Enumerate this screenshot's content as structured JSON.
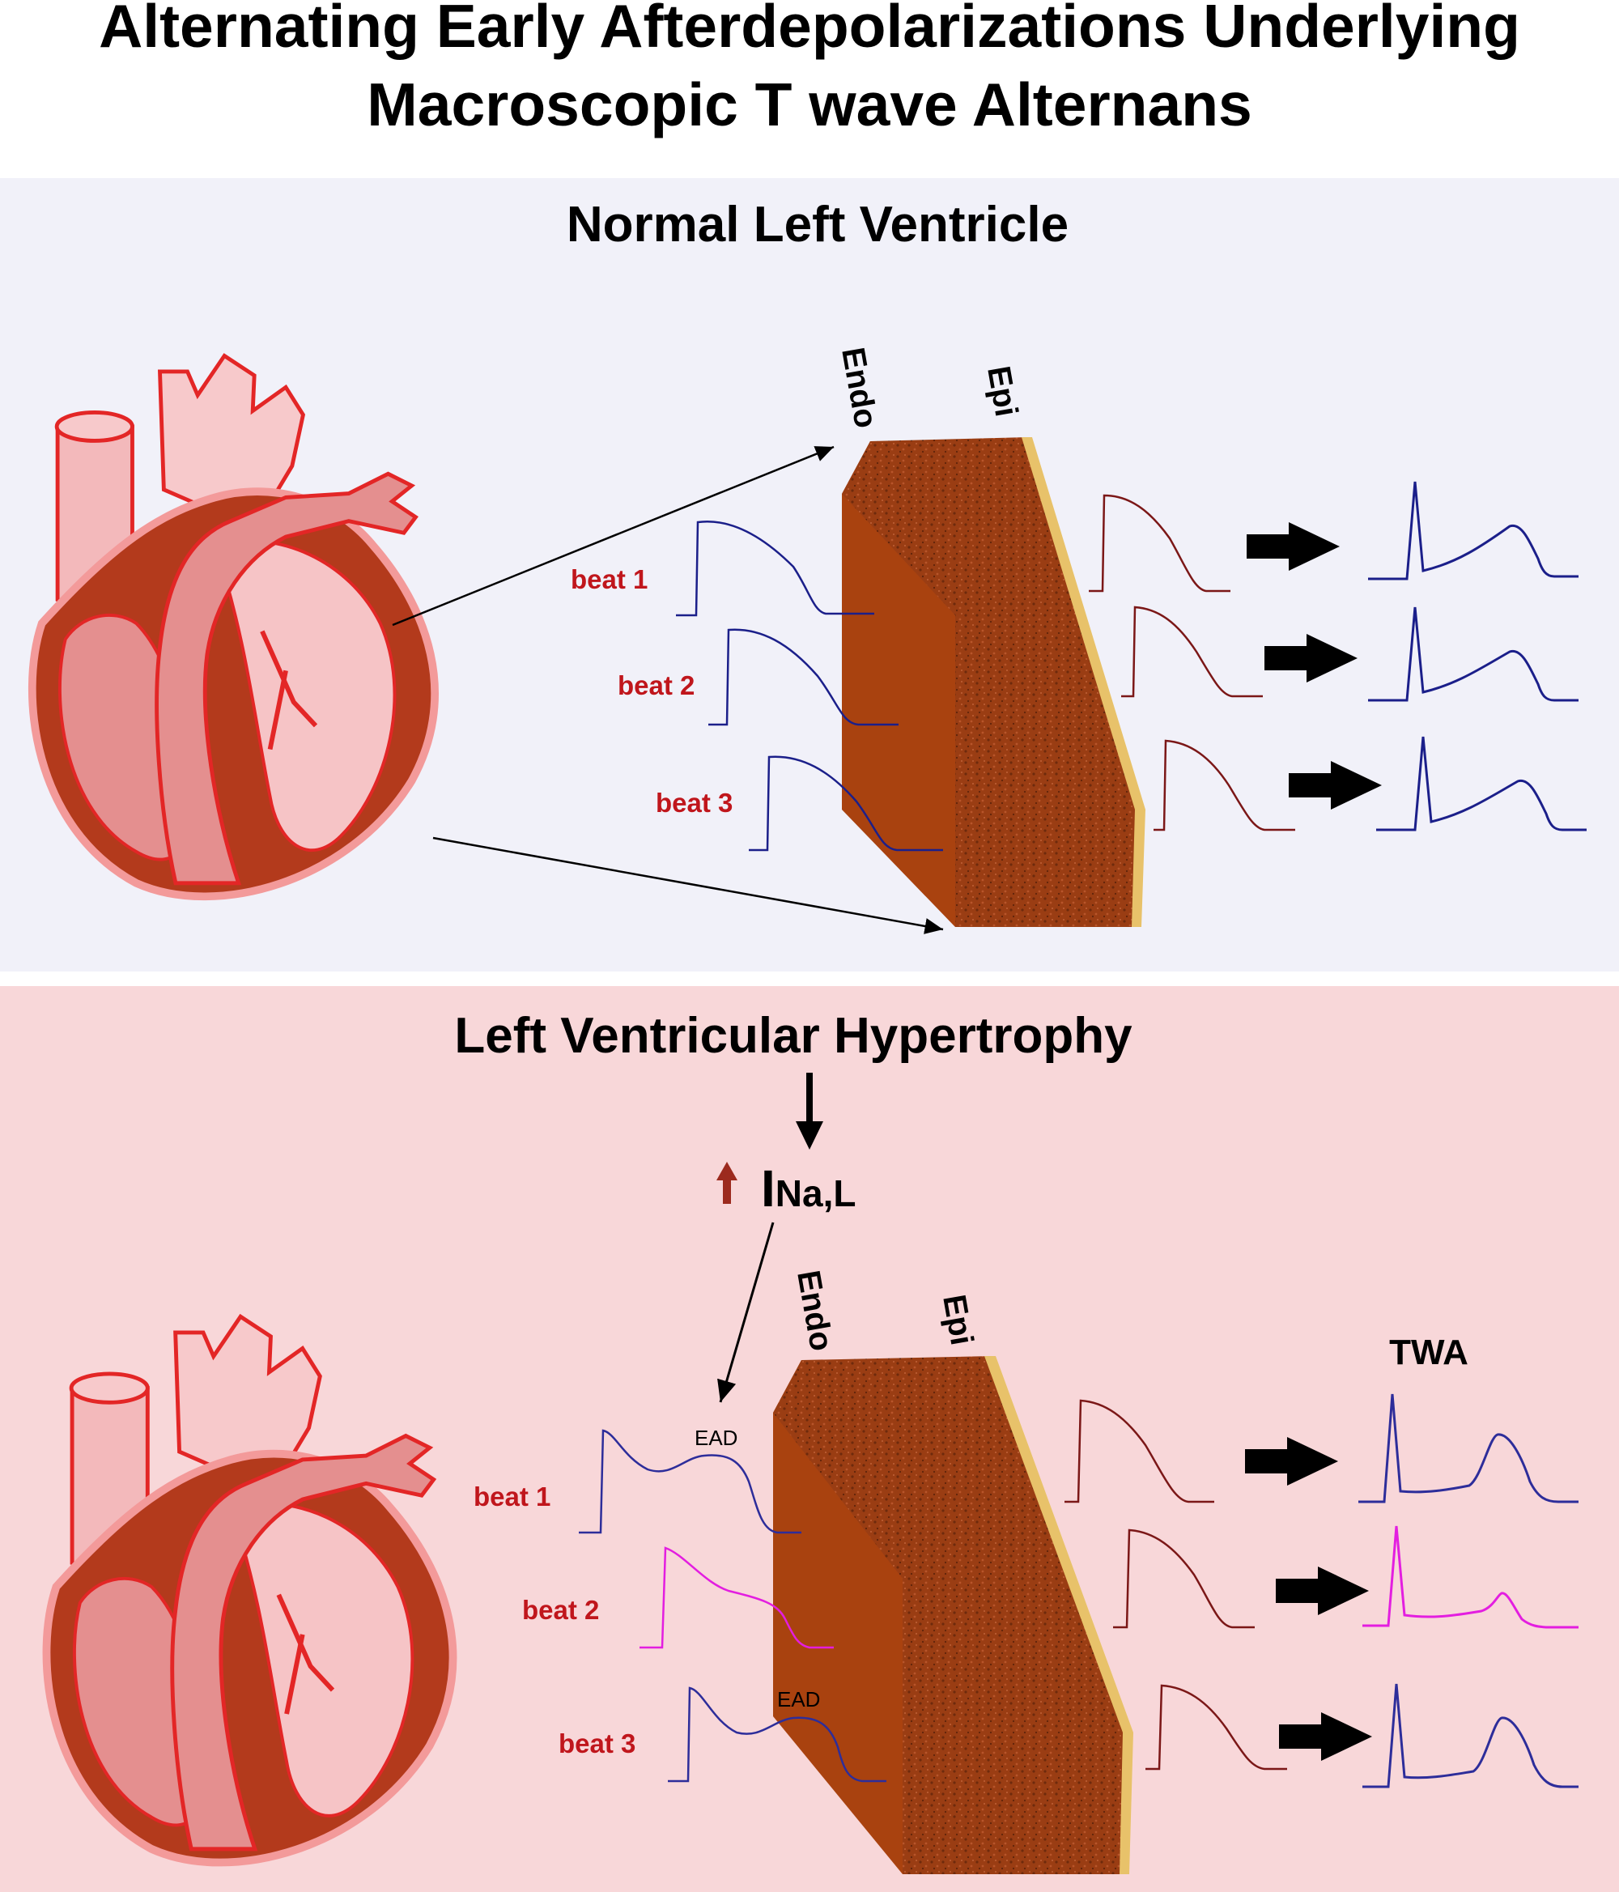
{
  "title": {
    "line1": "Alternating Early Afterdepolarizations Underlying",
    "line2": "Macroscopic T wave Alternans"
  },
  "top_panel": {
    "heading": "Normal Left Ventricle",
    "endo_label": "Endo",
    "epi_label": "Epi",
    "beats": [
      "beat 1",
      "beat 2",
      "beat 3"
    ]
  },
  "bottom_panel": {
    "heading": "Left Ventricular Hypertrophy",
    "current_main": "I",
    "current_sub": "Na,L",
    "endo_label": "Endo",
    "epi_label": "Epi",
    "beats": [
      "beat 1",
      "beat 2",
      "beat 3"
    ],
    "ead_labels": [
      "EAD",
      "EAD"
    ],
    "twa_label": "TWA"
  },
  "colors": {
    "top_background": "#f1f1f9",
    "bottom_background": "#f8d7d9",
    "endo_trace": "#1b1f8a",
    "epi_trace": "#7b1717",
    "ecg_trace": "#1b1f8a",
    "ead_absent_trace": "#e31ee0",
    "beat_label": "#c0161c",
    "tissue_front": "#8c3a12",
    "tissue_side": "#a9420f",
    "tissue_epi_edge": "#e8c26a",
    "heart_fill": "#f3b9bb",
    "heart_muscle": "#b33a1c",
    "heart_outline": "#e32626",
    "up_arrow": "#9c2a1e"
  }
}
